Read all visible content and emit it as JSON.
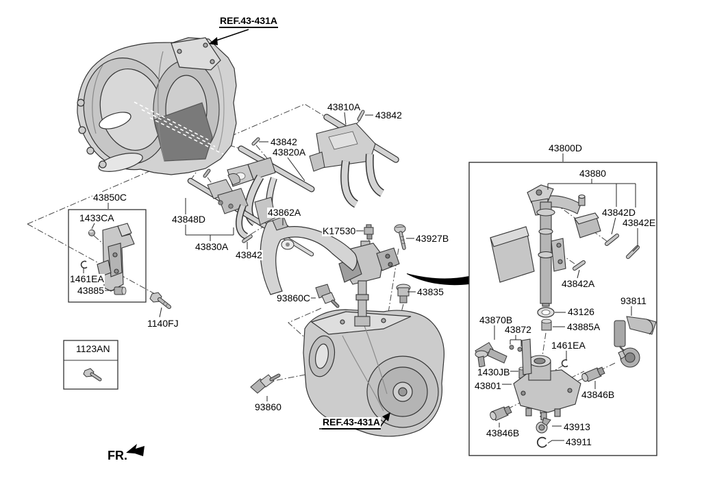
{
  "diagram": {
    "type": "exploded-parts-diagram",
    "subject": "Gear Shift Lever / Transaxle Shift Control",
    "reference_callouts": {
      "top": "REF.43-431A",
      "bottom": "REF.43-431A"
    },
    "direction_indicator": "FR."
  },
  "labels": {
    "ref_top": "REF.43-431A",
    "l43810A": "43810A",
    "l43842_top": "43842",
    "l43842_mid": "43842",
    "l43820A": "43820A",
    "l43800D": "43800D",
    "l43880": "43880",
    "l43842D": "43842D",
    "l43842E": "43842E",
    "l43850C": "43850C",
    "l1433CA": "1433CA",
    "l43848D": "43848D",
    "l43862A": "43862A",
    "lK17530": "K17530",
    "l43927B": "43927B",
    "l43830A": "43830A",
    "l43842_low": "43842",
    "l43842A": "43842A",
    "l1461EA_left": "1461EA",
    "l43885": "43885",
    "l93860C": "93860C",
    "l43835": "43835",
    "l43126": "43126",
    "l1140FJ": "1140FJ",
    "l43885A": "43885A",
    "l93811": "93811",
    "l43870B": "43870B",
    "l43872": "43872",
    "l1461EA_right": "1461EA",
    "l1123AN": "1123AN",
    "l1430JB": "1430JB",
    "l43801": "43801",
    "l43846B_right": "43846B",
    "l93860": "93860",
    "l43846B_left": "43846B",
    "l43913": "43913",
    "l43911": "43911",
    "ref_bottom": "REF.43-431A",
    "fr": "FR."
  },
  "colors": {
    "outline": "#2b2b2b",
    "part_light": "#d6d6d6",
    "part_mid": "#c3c3c3",
    "part_dark": "#9a9a9a",
    "cavity_shadow": "#787878",
    "ink": "#000000",
    "background": "#ffffff"
  }
}
